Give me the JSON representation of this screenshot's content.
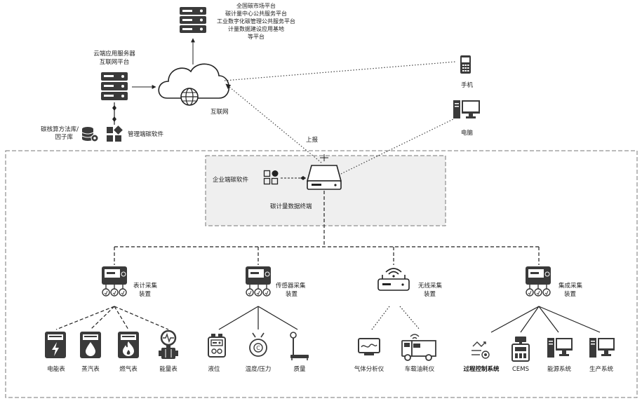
{
  "top_platforms": {
    "lines": [
      "全国碳市场平台",
      "碳计量中心公共服务平台",
      "工业数字化碳管理公共服务平台",
      "计量数据建设应用基地",
      "等平台"
    ]
  },
  "cloud_server": {
    "line1": "云端应用服务器",
    "line2": "互联网平台"
  },
  "internet_label": "互联网",
  "carbon_library": {
    "line1": "碳核算方法库/",
    "line2": "因子库"
  },
  "management_software": "管理端碳软件",
  "report_label": "上报",
  "phone_label": "手机",
  "computer_label": "电脑",
  "enterprise_software": "企业端碳软件",
  "terminal_label": "碳计量数据终端",
  "collectors": [
    {
      "line1": "表计采集",
      "line2": "装置"
    },
    {
      "line1": "传感器采集",
      "line2": "装置"
    },
    {
      "line1": "无线采集",
      "line2": "装置"
    },
    {
      "line1": "集成采集",
      "line2": "装置"
    }
  ],
  "devices": [
    {
      "label": "电能表",
      "icon": "electric-meter-icon"
    },
    {
      "label": "蒸汽表",
      "icon": "steam-meter-icon"
    },
    {
      "label": "燃气表",
      "icon": "gas-meter-icon"
    },
    {
      "label": "能量表",
      "icon": "energy-meter-icon"
    },
    {
      "label": "液位",
      "icon": "liquid-level-icon"
    },
    {
      "label": "温度/压力",
      "icon": "temperature-pressure-icon"
    },
    {
      "label": "质量",
      "icon": "weight-scale-icon"
    },
    {
      "label": "气体分析仪",
      "icon": "gas-analyzer-icon"
    },
    {
      "label": "车载油耗仪",
      "icon": "vehicle-fuel-meter-icon"
    },
    {
      "label": "过程控制系统",
      "icon": "process-control-icon"
    },
    {
      "label": "CEMS",
      "icon": "cems-icon"
    },
    {
      "label": "能源系统",
      "icon": "energy-system-icon"
    },
    {
      "label": "生产系统",
      "icon": "production-system-icon"
    }
  ]
}
